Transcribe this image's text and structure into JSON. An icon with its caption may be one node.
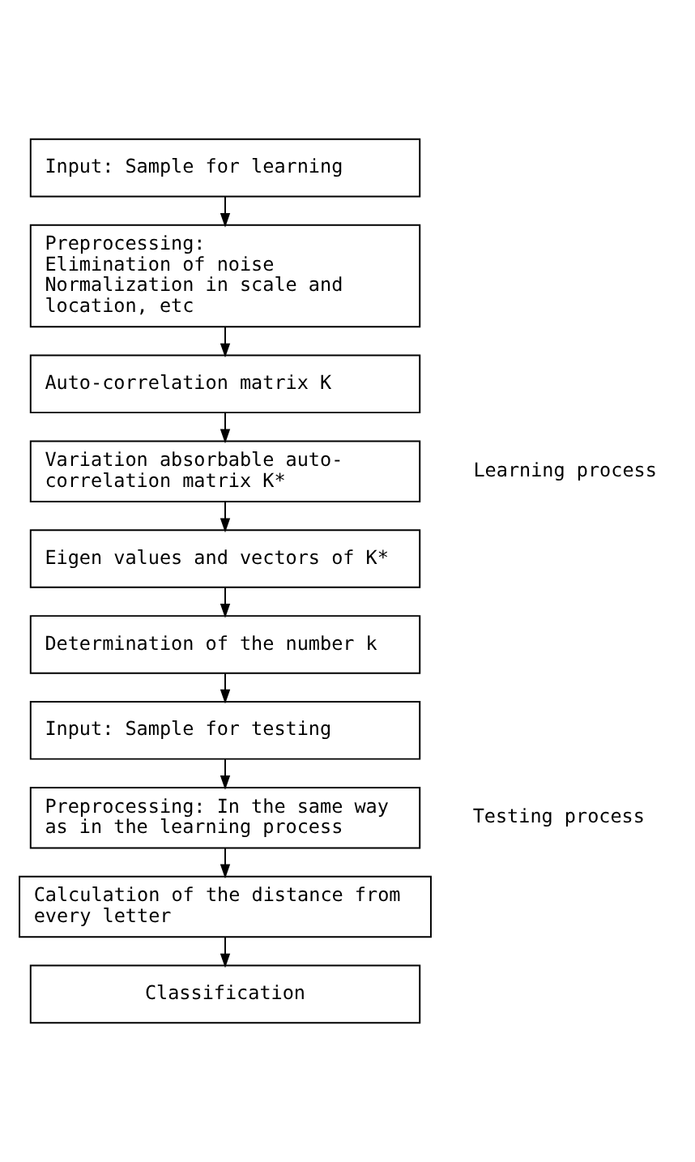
{
  "diagram": {
    "nodes": [
      {
        "text": [
          "Input: Sample for learning"
        ]
      },
      {
        "text": [
          "Preprocessing:",
          "Elimination of noise",
          "Normalization in scale and location, etc"
        ]
      },
      {
        "text": [
          "Auto-correlation matrix K"
        ]
      },
      {
        "text": [
          "Variation absorbable auto-correlation matrix K*"
        ]
      },
      {
        "text": [
          "Eigen values and vectors of K*"
        ]
      },
      {
        "text": [
          "Determination of the number k"
        ]
      },
      {
        "text": [
          "Input: Sample for testing"
        ]
      },
      {
        "text": [
          "Preprocessing: In the same way as in the learning process"
        ]
      },
      {
        "text": [
          "Calculation of the distance from every letter"
        ]
      },
      {
        "text": [
          "Classification"
        ]
      }
    ],
    "edges": [
      {
        "from": 0,
        "to": 1,
        "arrow": "to"
      },
      {
        "from": 1,
        "to": 2,
        "arrow": "to"
      },
      {
        "from": 2,
        "to": 3,
        "arrow": "to"
      },
      {
        "from": 3,
        "to": 4,
        "arrow": "to"
      },
      {
        "from": 4,
        "to": 5,
        "arrow": "to"
      },
      {
        "from": 5,
        "to": 6,
        "arrow": "to"
      },
      {
        "from": 6,
        "to": 7,
        "arrow": "to"
      },
      {
        "from": 7,
        "to": 8,
        "arrow": "to"
      },
      {
        "from": 8,
        "to": 9,
        "arrow": "to"
      }
    ],
    "labels": [
      "Learning process",
      "Testing process"
    ]
  }
}
